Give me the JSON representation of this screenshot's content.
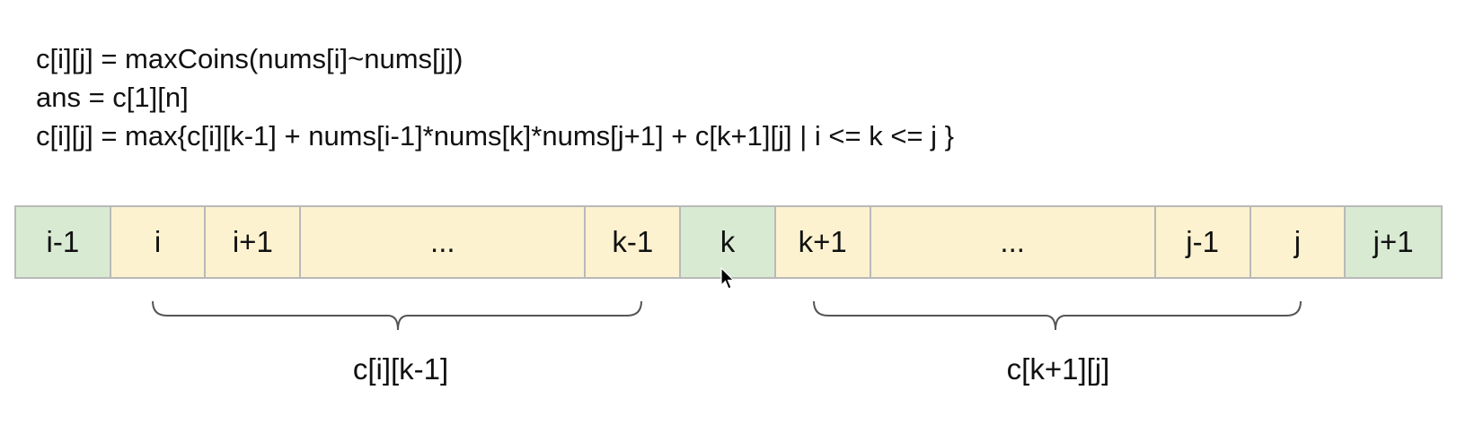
{
  "formulas": [
    "c[i][j] = maxCoins(nums[i]~nums[j])",
    "ans = c[1][n]",
    "c[i][j] = max{c[i][k-1] + nums[i-1]*nums[k]*nums[j+1] + c[k+1][j] | i <= k <= j }"
  ],
  "cells": [
    {
      "label": "i-1",
      "color": "green"
    },
    {
      "label": "i",
      "color": "yellow"
    },
    {
      "label": "i+1",
      "color": "yellow"
    },
    {
      "label": "...",
      "color": "yellow"
    },
    {
      "label": "k-1",
      "color": "yellow"
    },
    {
      "label": "k",
      "color": "green"
    },
    {
      "label": "k+1",
      "color": "yellow"
    },
    {
      "label": "...",
      "color": "yellow"
    },
    {
      "label": "j-1",
      "color": "yellow"
    },
    {
      "label": "j",
      "color": "yellow"
    },
    {
      "label": "j+1",
      "color": "green"
    }
  ],
  "ranges": {
    "left": "c[i][k-1]",
    "right": "c[k+1][j]"
  },
  "colors": {
    "green": "#d9ead3",
    "yellow": "#fcf2d0",
    "border": "#b9b9b9",
    "brace": "#555555"
  }
}
